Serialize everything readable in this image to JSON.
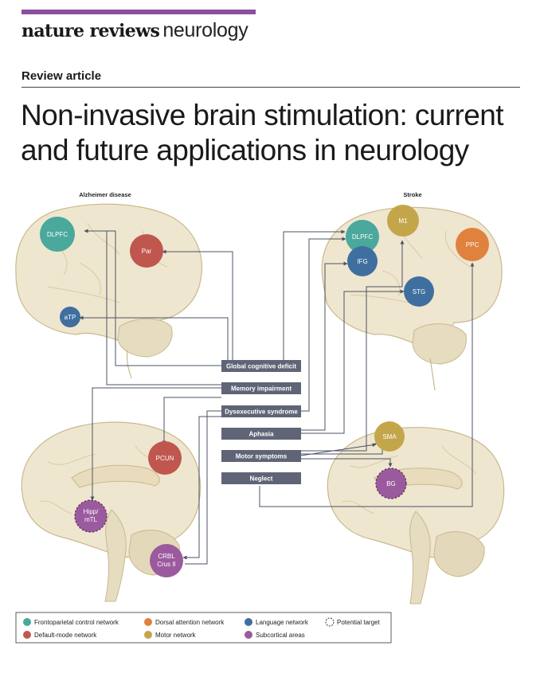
{
  "header": {
    "journal_name": "nature reviews",
    "journal_field": "neurology",
    "article_type": "Review article",
    "title": "Non-invasive brain stimulation: current and future applications in neurology"
  },
  "colors": {
    "frontoparietal": "#4aa89c",
    "default_mode": "#c0574f",
    "dorsal_attention": "#e0823e",
    "language": "#3f6f9f",
    "motor": "#c4a64a",
    "subcortical": "#9b5a9e",
    "symptom_box": "#5f6577",
    "brain_fill": "#efe6cf",
    "brain_line": "#c9b98f"
  },
  "figure": {
    "panels": {
      "alzheimer": "Alzheimer disease",
      "stroke": "Stroke"
    },
    "nodes": {
      "dlpfc_ad": "DLPFC",
      "par": "Par",
      "atp": "aTP",
      "pcun": "PCUN",
      "hipp_line1": "Hipp/",
      "hipp_line2": "mTL",
      "crbl_line1": "CRBL",
      "crbl_line2": "Crus II",
      "m1": "M1",
      "dlpfc_st": "DLPFC",
      "ifg": "IFG",
      "ppc": "PPC",
      "stg": "STG",
      "sma": "SMA",
      "bg": "BG"
    },
    "symptoms": [
      "Global cognitive deficit",
      "Memory impairment",
      "Dysexecutive syndrome",
      "Aphasia",
      "Motor symptoms",
      "Neglect"
    ]
  },
  "legend": {
    "frontoparietal": "Frontoparietal control network",
    "dorsal_attention": "Dorsal attention network",
    "language": "Language network",
    "potential": "Potential target",
    "default_mode": "Default-mode network",
    "motor": "Motor network",
    "subcortical": "Subcortical areas"
  }
}
